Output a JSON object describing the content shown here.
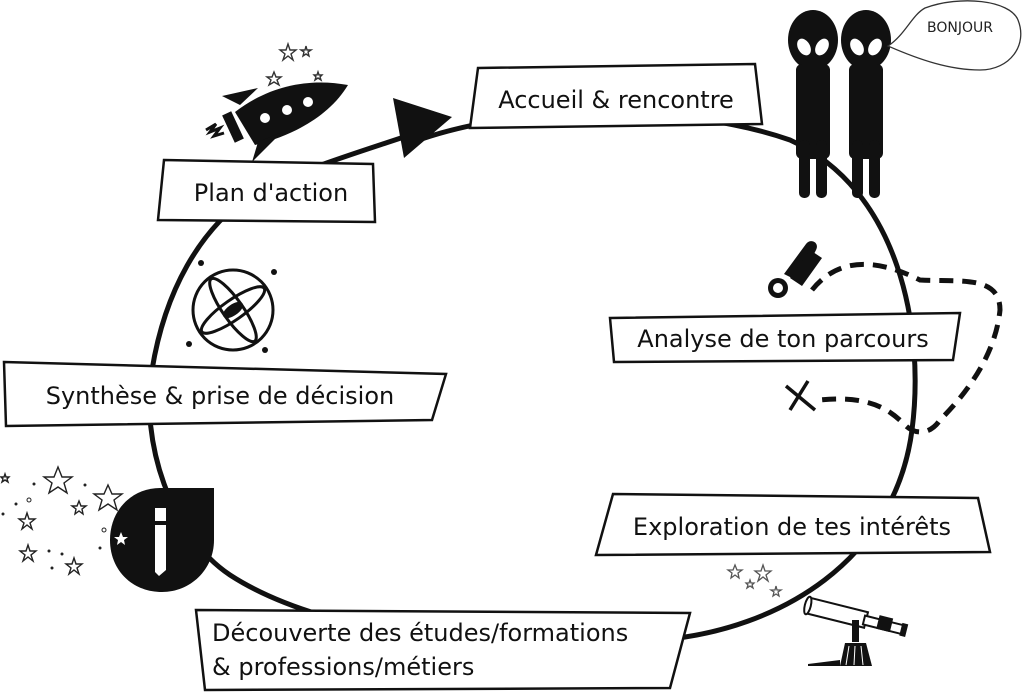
{
  "diagram": {
    "title": "Cycle d'orientation",
    "stroke_color": "#111111",
    "background": "#ffffff",
    "steps": [
      {
        "id": "accueil",
        "label": "Accueil & rencontre"
      },
      {
        "id": "analyse",
        "label": "Analyse de ton parcours"
      },
      {
        "id": "exploration",
        "label": "Exploration de tes intérêts"
      },
      {
        "id": "decouverte",
        "label_line1": "Découverte des études/formations",
        "label_line2": "& professions/métiers"
      },
      {
        "id": "synthese",
        "label": "Synthèse & prise de décision"
      },
      {
        "id": "plan",
        "label": "Plan d'action"
      }
    ],
    "speech_bubble": "BONJOUR",
    "icons": [
      "aliens-icon",
      "speech-bubble-icon",
      "astronaut-icon",
      "treasure-map-path-icon",
      "telescope-icon",
      "stars-icon",
      "info-badge-icon",
      "atom-icon",
      "rocket-icon",
      "arrow-head-icon"
    ]
  }
}
